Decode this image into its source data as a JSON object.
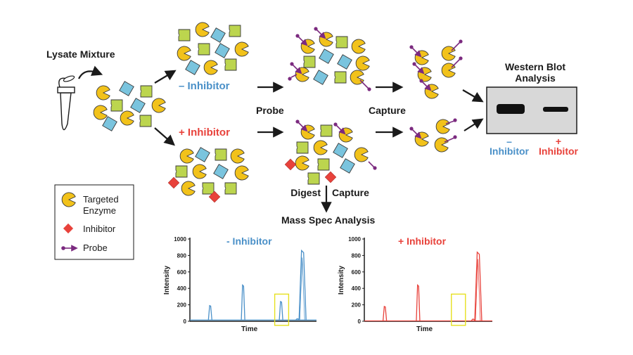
{
  "labels": {
    "lysate": "Lysate Mixture",
    "minus_inhibitor": "– Inhibitor",
    "plus_inhibitor": "+ Inhibitor",
    "probe": "Probe",
    "capture": "Capture",
    "western_line1": "Western Blot",
    "western_line2": "Analysis",
    "wb_minus_sign": "–",
    "wb_minus_label": "Inhibitor",
    "wb_plus_sign": "+",
    "wb_plus_label": "Inhibitor",
    "digest": "Digest",
    "capture_lower": "Capture",
    "mass_spec": "Mass Spec Analysis"
  },
  "legend": {
    "enzyme_line1": "Targeted",
    "enzyme_line2": "Enzyme",
    "inhibitor": "Inhibitor",
    "probe": "Probe"
  },
  "colors": {
    "enzyme": "#f2c21a",
    "protein_blue": "#7ac4de",
    "protein_green": "#bcd54e",
    "inhibitor": "#e8423b",
    "probe": "#7b2a7f",
    "minus_text": "#4a90c8",
    "plus_text": "#e8423b",
    "highlight_box": "#e6e020"
  },
  "chart_data": [
    {
      "type": "line",
      "title": "- Inhibitor",
      "xlabel": "Time",
      "ylabel": "Intensity",
      "ylim": [
        0,
        1000
      ],
      "y_ticks": [
        "0",
        "200",
        "400",
        "600",
        "800",
        "1000"
      ],
      "color": "#4a90c8",
      "baseline": 15,
      "peaks": [
        {
          "x": 0.16,
          "y": 190
        },
        {
          "x": 0.42,
          "y": 440
        },
        {
          "x": 0.72,
          "y": 240
        },
        {
          "x": 0.85,
          "y": 30
        },
        {
          "x": 0.89,
          "y": 860
        }
      ],
      "highlight_x": [
        0.67,
        0.78
      ]
    },
    {
      "type": "line",
      "title": "+ Inhibitor",
      "xlabel": "Time",
      "ylabel": "Intensity",
      "ylim": [
        0,
        1000
      ],
      "y_ticks": [
        "0",
        "200",
        "400",
        "600",
        "800",
        "1000"
      ],
      "color": "#e8423b",
      "baseline": 5,
      "peaks": [
        {
          "x": 0.16,
          "y": 180
        },
        {
          "x": 0.42,
          "y": 440
        },
        {
          "x": 0.85,
          "y": 25
        },
        {
          "x": 0.89,
          "y": 840
        }
      ],
      "highlight_x": [
        0.68,
        0.79
      ]
    }
  ]
}
